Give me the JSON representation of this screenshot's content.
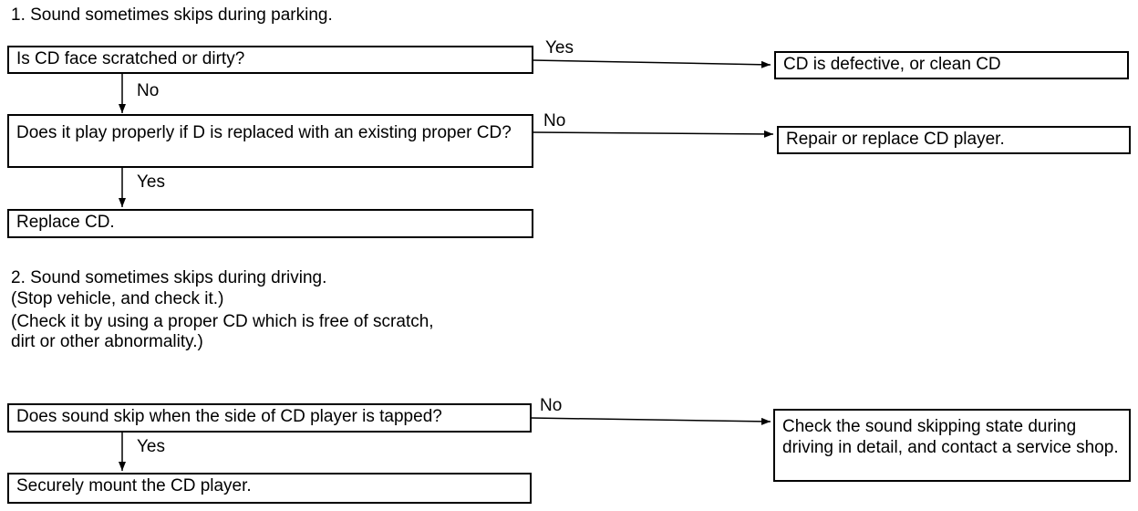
{
  "section1": {
    "heading": "1.  Sound sometimes skips during parking.",
    "q1": "Is CD face scratched or dirty?",
    "q1_yes_label": "Yes",
    "q1_yes_result": "CD is defective, or clean CD",
    "q1_no_label": "No",
    "q2": "Does it play properly if D is replaced with an existing proper CD?",
    "q2_no_label": "No",
    "q2_no_result": "Repair or replace CD player.",
    "q2_yes_label": "Yes",
    "q2_yes_result": "Replace CD."
  },
  "section2": {
    "heading": "2.  Sound sometimes skips during driving.",
    "note1": "(Stop vehicle, and check it.)",
    "note2_line1": "(Check it by using a proper CD which is free of scratch,",
    "note2_line2": "dirt or other abnormality.)",
    "q1": "Does sound skip when the side of CD player is tapped?",
    "q1_no_label": "No",
    "q1_no_result": "Check the sound skipping state during driving in detail, and contact a service shop.",
    "q1_yes_label": "Yes",
    "q1_yes_result": "Securely mount the CD player."
  }
}
